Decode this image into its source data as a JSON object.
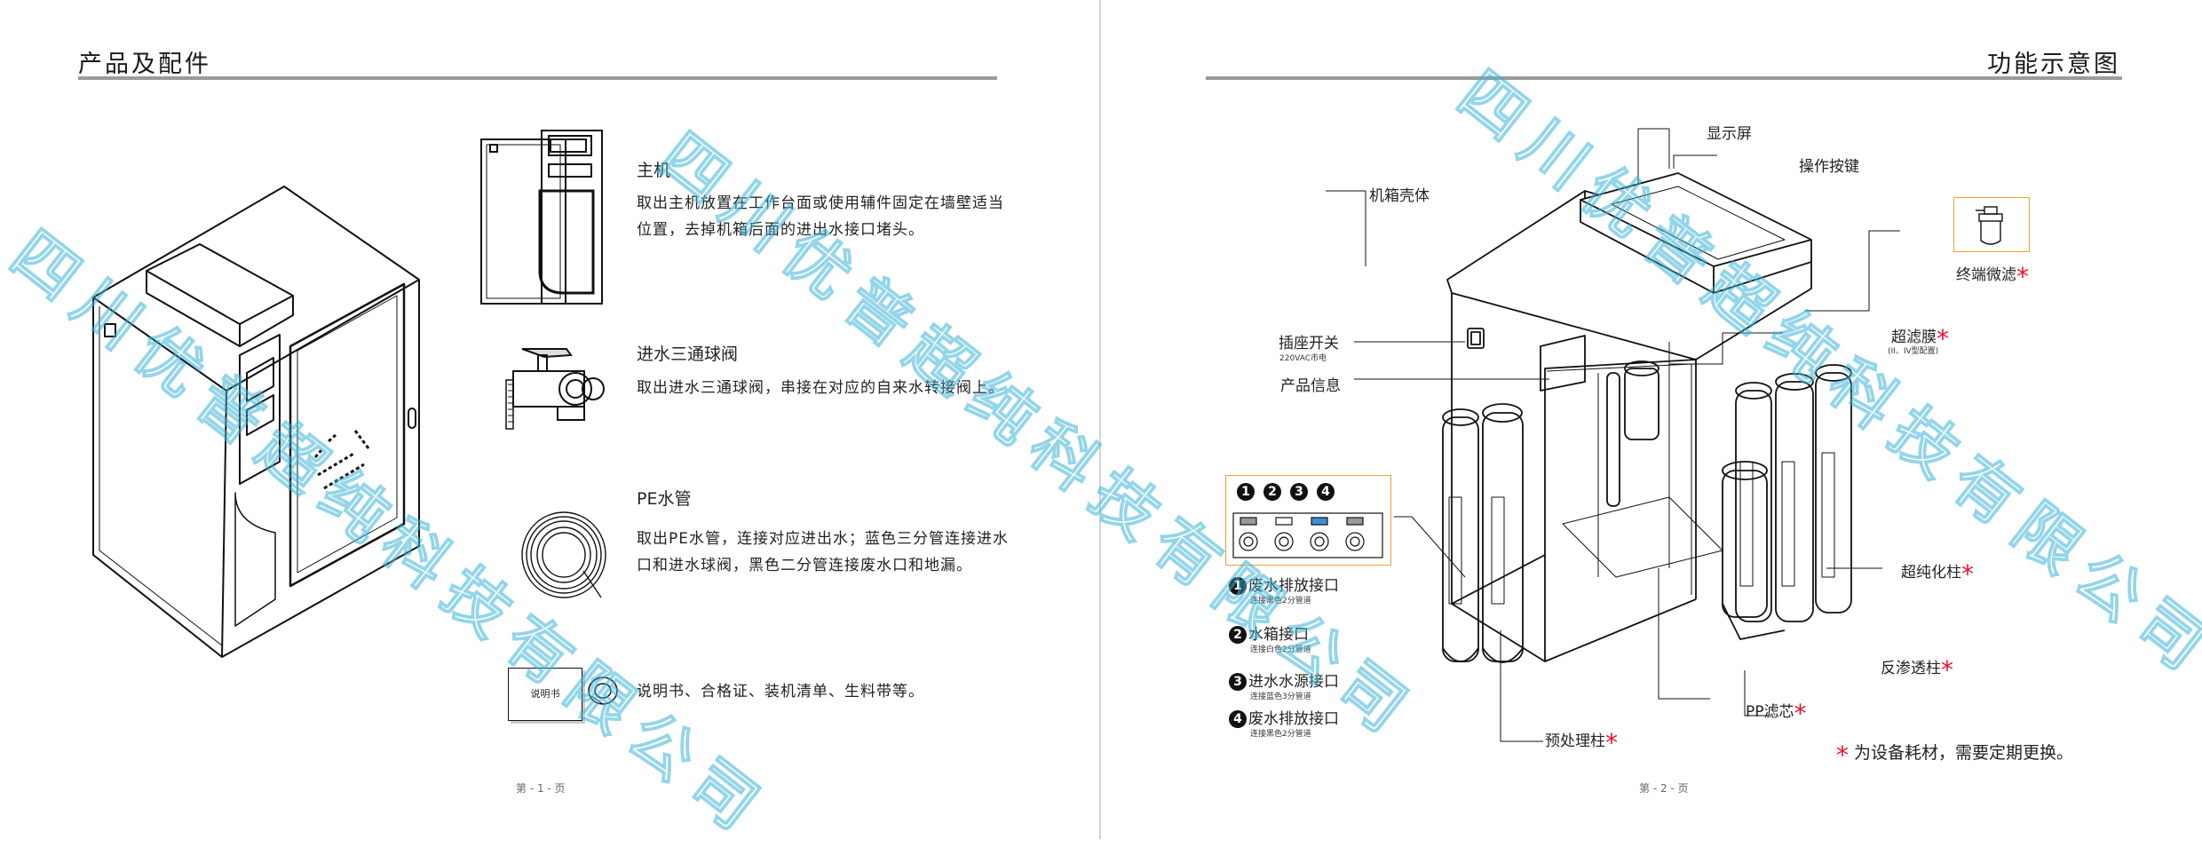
{
  "left_page": {
    "heading": "产品及配件",
    "items": [
      {
        "title": "主机",
        "desc": "取出主机放置在工作台面或使用辅件固定在墙壁适当位置，去掉机箱后面的进出水接口堵头。"
      },
      {
        "title": "进水三通球阀",
        "desc": "取出进水三通球阀，串接在对应的自来水转接阀上。"
      },
      {
        "title": "PE水管",
        "desc": "取出PE水管，连接对应进出水；蓝色三分管连接进水口和进水球阀，黑色二分管连接废水口和地漏。"
      },
      {
        "title": "",
        "desc": "说明书、合格证、装机清单、生料带等。"
      }
    ],
    "manual_label": "说明书",
    "page_number": "第 - 1 - 页"
  },
  "right_page": {
    "heading": "功能示意图",
    "labels": {
      "display": "显示屏",
      "buttons": "操作按键",
      "housing": "机箱壳体",
      "terminal_filter": "终端微滤",
      "socket_switch": "插座开关",
      "socket_sub": "220VAC市电",
      "product_info": "产品信息",
      "uf_membrane": "超滤膜",
      "uf_sub": "(II、IV型配置)",
      "ultrapure": "超纯化柱",
      "ro": "反渗透柱",
      "pp": "PP滤芯",
      "pretreat": "预处理柱"
    },
    "ports": [
      {
        "num": "1",
        "name": "废水排放接口",
        "sub": "连接黑色2分管道"
      },
      {
        "num": "2",
        "name": "水箱接口",
        "sub": "连接白色2分管道"
      },
      {
        "num": "3",
        "name": "进水水源接口",
        "sub": "连接蓝色3分管道"
      },
      {
        "num": "4",
        "name": "废水排放接口",
        "sub": "连接黑色2分管道"
      }
    ],
    "port_numbers": [
      "1",
      "2",
      "3",
      "4"
    ],
    "note": "为设备耗材，需要定期更换。",
    "star": "*",
    "page_number": "第 - 2 - 页"
  },
  "watermark": "四川优普超纯科技有限公司",
  "colors": {
    "accent_star": "#e8112d",
    "watermark": "#3cb4d8",
    "port_box": "#f0a030",
    "rule": "#9b9b9b"
  }
}
